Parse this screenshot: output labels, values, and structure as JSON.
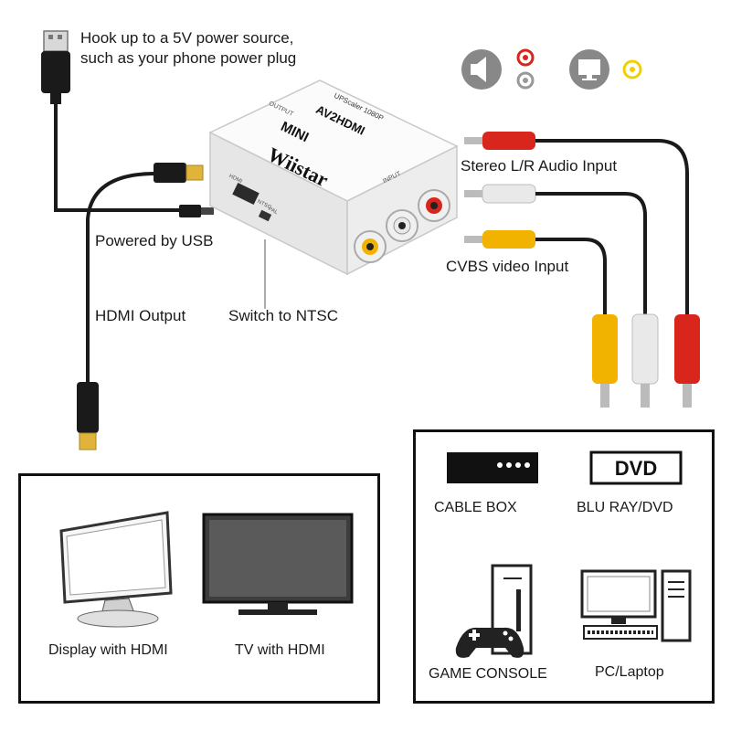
{
  "top_note": {
    "line1": "Hook up to a 5V power source,",
    "line2": "such as your phone power plug"
  },
  "labels": {
    "powered_by_usb": "Powered by USB",
    "hdmi_output": "HDMI Output",
    "switch_to_ntsc": "Switch to NTSC",
    "audio_input": "Stereo L/R Audio Input",
    "video_input": "CVBS video Input"
  },
  "device": {
    "brand": "Wiistar",
    "model": "AV2HDMI",
    "series": "MINI",
    "subtitle": "UPScaler 1080P",
    "output_label": "OUTPUT",
    "input_label": "INPUT",
    "hdmi_port_label": "HDMI",
    "switch_labels": [
      "NTSC",
      "PAL"
    ]
  },
  "top_icons": [
    "speaker-icon",
    "red-white-connector-icon",
    "monitor-icon",
    "yellow-connector-icon"
  ],
  "displays_panel": {
    "items": [
      {
        "label": "Display with HDMI",
        "icon": "monitor-icon"
      },
      {
        "label": "TV with HDMI",
        "icon": "tv-icon"
      }
    ]
  },
  "sources_panel": {
    "items": [
      {
        "label": "CABLE BOX",
        "icon": "cable-box-icon"
      },
      {
        "label": "BLU RAY/DVD",
        "icon": "dvd-player-icon",
        "badge": "DVD"
      },
      {
        "label": "GAME CONSOLE",
        "icon": "game-console-icon"
      },
      {
        "label": "PC/Laptop",
        "icon": "pc-icon"
      }
    ]
  },
  "colors": {
    "rca_red": "#d9261c",
    "rca_white": "#e9e9e9",
    "rca_yellow": "#f2b300",
    "cable": "#222222",
    "gold": "#e0b43a",
    "device_body": "#f2f2f2"
  }
}
